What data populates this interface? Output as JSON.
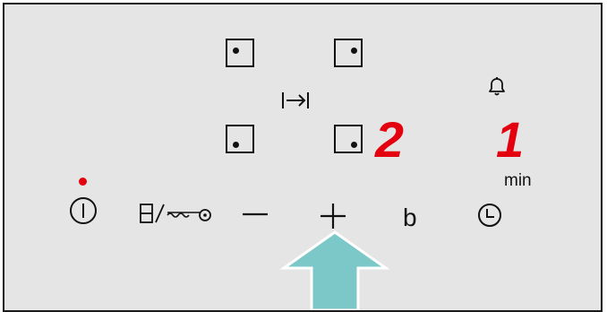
{
  "display": {
    "power_level": "2",
    "timer_value": "1",
    "timer_unit": "min"
  },
  "controls": {
    "booster_label": "b"
  },
  "colors": {
    "panel_background": "#e5e5e5",
    "segment_display": "#e3000f",
    "indicator_dot": "#e3000f",
    "arrow_highlight": "#7cc8c8"
  },
  "icons": {
    "power": "power-icon",
    "child_lock": "child-lock-icon",
    "minus": "minus-icon",
    "plus": "plus-icon",
    "booster": "booster-icon",
    "timer": "timer-icon",
    "alarm": "bell-icon",
    "combine_zones": "combine-zones-icon"
  }
}
